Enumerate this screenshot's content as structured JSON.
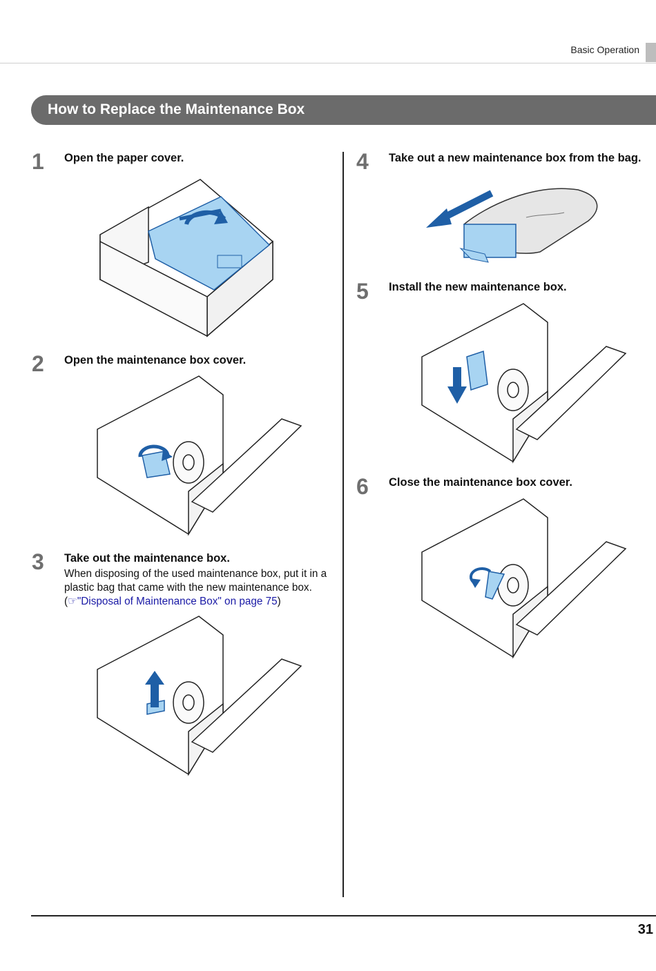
{
  "header": {
    "section_label": "Basic Operation"
  },
  "banner": {
    "title": "How to Replace the Maintenance Box"
  },
  "steps": [
    {
      "number": "1",
      "title": "Open the paper cover."
    },
    {
      "number": "2",
      "title": "Open the maintenance box cover."
    },
    {
      "number": "3",
      "title": "Take out the maintenance box.",
      "body": "When disposing of the used maintenance box, put it in a plastic bag that came with the new maintenance box.",
      "link_prefix": "(",
      "link_icon": "☞",
      "link_text": "\"Disposal of Maintenance Box\" on page 75",
      "link_suffix": ")"
    },
    {
      "number": "4",
      "title": "Take out a new maintenance box from the bag."
    },
    {
      "number": "5",
      "title": "Install the new maintenance box."
    },
    {
      "number": "6",
      "title": "Close the maintenance box cover."
    }
  ],
  "footer": {
    "page_number": "31"
  },
  "colors": {
    "accent_blue": "#1f5fa6",
    "part_blue": "#a8d4f2",
    "banner_gray": "#6b6b6b"
  }
}
